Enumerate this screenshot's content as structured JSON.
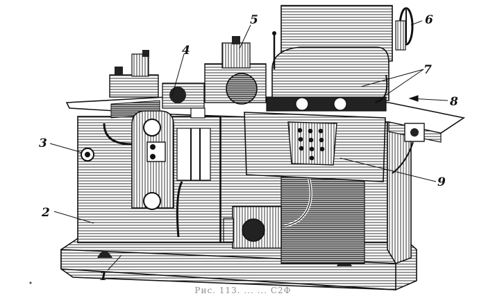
{
  "figure": {
    "callouts": [
      {
        "id": "1",
        "label": "1"
      },
      {
        "id": "2",
        "label": "2"
      },
      {
        "id": "3",
        "label": "3"
      },
      {
        "id": "4",
        "label": "4"
      },
      {
        "id": "5",
        "label": "5"
      },
      {
        "id": "6",
        "label": "6"
      },
      {
        "id": "7",
        "label": "7"
      },
      {
        "id": "8",
        "label": "8"
      },
      {
        "id": "9",
        "label": "9"
      }
    ],
    "caption": "Рис. 113. ... ... С2Ф"
  }
}
